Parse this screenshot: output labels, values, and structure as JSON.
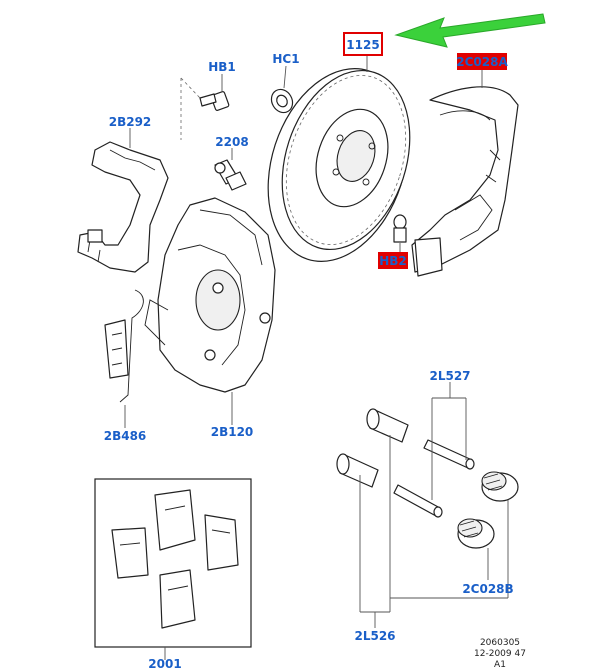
{
  "labels": {
    "hb1": "HB1",
    "hc1": "HC1",
    "part_1125": "1125",
    "part_2c028a": "2C028A",
    "part_2b292": "2B292",
    "part_2208": "2208",
    "part_hb2": "HB2",
    "part_2b486": "2B486",
    "part_2b120": "2B120",
    "part_2l527": "2L527",
    "part_2c028b": "2C028B",
    "part_2l526": "2L526",
    "part_2001": "2001"
  },
  "reference": {
    "line1": "2060305",
    "line2": "12-2009 47",
    "line3": "A1"
  },
  "colors": {
    "label_blue": "#1a5fc8",
    "highlight_red": "#e00000",
    "fill_red": "#e00000",
    "arrow_green": "#3bd13b"
  }
}
